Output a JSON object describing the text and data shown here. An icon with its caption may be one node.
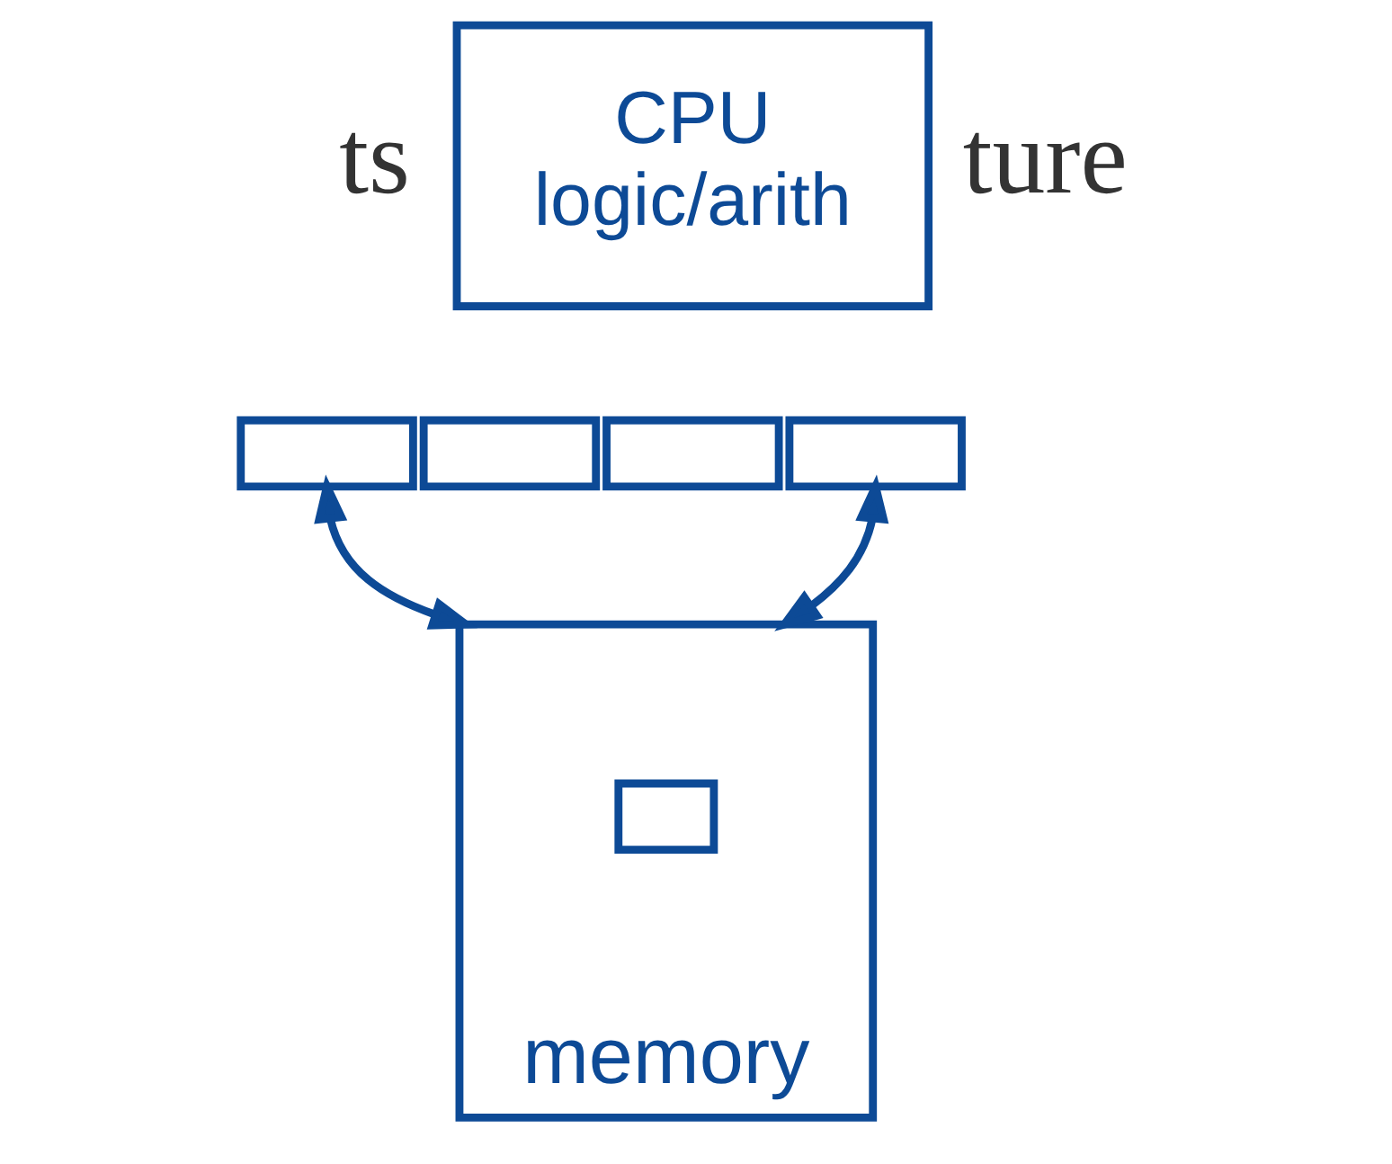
{
  "diagram": {
    "nodes": [
      {
        "text": [
          "CPU",
          "logic/arith"
        ]
      },
      {
        "text": [],
        "shape": "box"
      },
      {
        "text": [],
        "shape": "box"
      },
      {
        "text": [],
        "shape": "box"
      },
      {
        "text": [],
        "shape": "box"
      },
      {
        "text": [
          "memory"
        ]
      },
      {
        "text": [],
        "shape": "box",
        "in": 5
      }
    ],
    "edges": [
      {
        "from": 1,
        "to": 5,
        "arrow": "both"
      },
      {
        "from": 4,
        "to": 5,
        "arrow": "both"
      }
    ],
    "labels": [
      "ture",
      "ts"
    ]
  }
}
